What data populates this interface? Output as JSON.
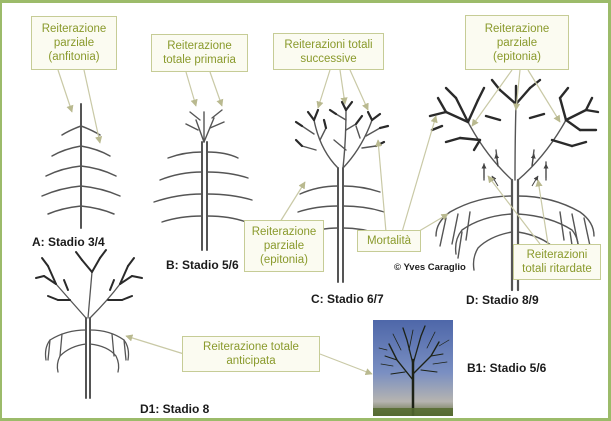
{
  "callouts": {
    "a": "Reiterazione\nparziale\n(anfitonia)",
    "b": "Reiterazione\ntotale primaria",
    "c": "Reiterazioni totali\nsuccessive",
    "d": "Reiterazione\nparziale\n(epitonia)",
    "e": "Reiterazione\nparziale\n(epitonia)",
    "mortalita": "Mortalità",
    "ritardate": "Reiterazioni\ntotali ritardate",
    "anticipata": "Reiterazione totale\nanticipata"
  },
  "stage_labels": {
    "a": "A: Stadio 3/4",
    "b": "B: Stadio 5/6",
    "c": "C: Stadio 6/7",
    "d": "D: Stadio 8/9",
    "d1": "D1: Stadio 8",
    "b1": "B1: Stadio 5/6"
  },
  "credit": "© Yves Caraglio",
  "colors": {
    "callout_text": "#8a9a2c",
    "callout_border": "#c6cc96",
    "callout_fill": "#fbfbf1",
    "frame": "#9cbb6a",
    "arrow": "#c9c9a6",
    "tree_line": "#555555",
    "dead_branch": "#2a2a2a",
    "sky": "#5a72b0"
  }
}
